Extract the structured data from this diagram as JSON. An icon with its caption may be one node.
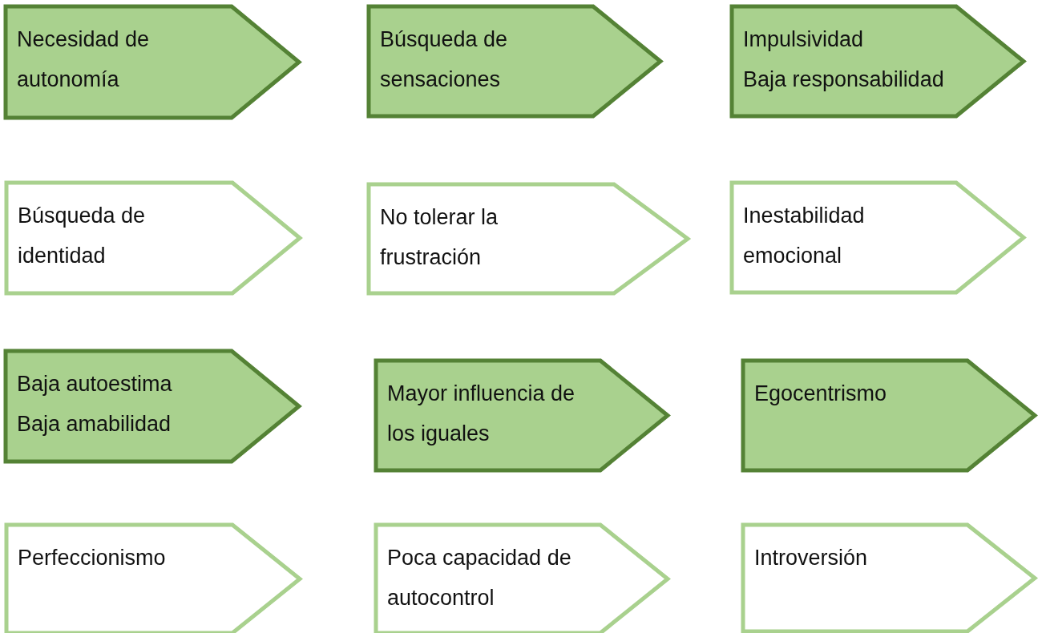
{
  "diagram": {
    "nodes": [
      {
        "text": [
          "Necesidad de autonomía"
        ]
      },
      {
        "text": [
          "Búsqueda de sensaciones"
        ]
      },
      {
        "text": [
          "Impulsividad",
          "Baja responsabilidad"
        ]
      },
      {
        "text": [
          "Búsqueda de identidad"
        ]
      },
      {
        "text": [
          "No tolerar la frustración"
        ]
      },
      {
        "text": [
          "Inestabilidad emocional"
        ]
      },
      {
        "text": [
          "Baja autoestima",
          "Baja amabilidad"
        ]
      },
      {
        "text": [
          "Mayor influencia de los iguales"
        ]
      },
      {
        "text": [
          "Egocentrismo"
        ]
      },
      {
        "text": [
          "Perfeccionismo"
        ]
      },
      {
        "text": [
          "Poca capacidad de autocontrol"
        ]
      },
      {
        "text": [
          "Introversión"
        ]
      }
    ]
  }
}
